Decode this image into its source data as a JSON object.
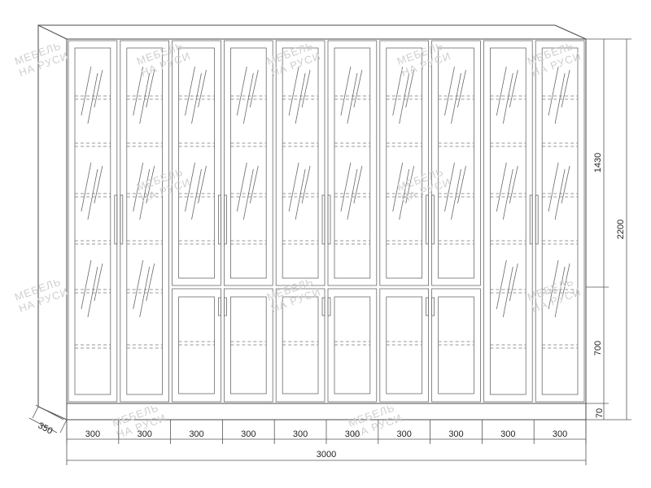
{
  "dimensions": {
    "column_width": "300",
    "total_width": "3000",
    "depth": "350",
    "total_height": "2200",
    "upper_height": "1430",
    "lower_height": "700",
    "plinth_height": "70"
  },
  "layout": {
    "columns": 10,
    "glass_full_columns": [
      0,
      1,
      8,
      9
    ],
    "split_columns": [
      2,
      3,
      4,
      5,
      6,
      7
    ]
  },
  "watermark": {
    "line1": "МЕБЕЛЬ",
    "line2": "НА РУСИ"
  },
  "colors": {
    "stroke": "#4a4a4a",
    "watermark": "#cfcfcf"
  }
}
